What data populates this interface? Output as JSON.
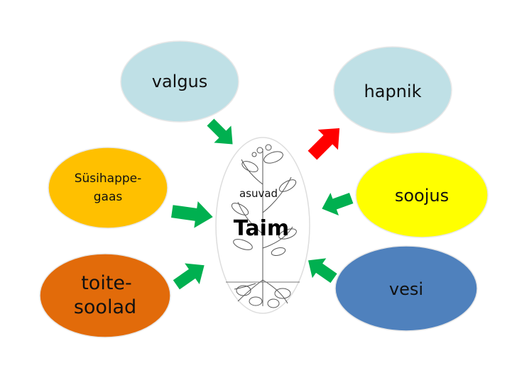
{
  "center": {
    "small_label": "asuvad",
    "title": "Taim"
  },
  "nodes": {
    "valgus": {
      "text": "valgus",
      "fill": "#bfe0e6"
    },
    "hapnik": {
      "text": "hapnik",
      "fill": "#bfe0e6"
    },
    "susihappegaas": {
      "line1": "Süsihappe-",
      "line2": "gaas",
      "fill": "#ffc000"
    },
    "soojus": {
      "text": "soojus",
      "fill": "#ffff00"
    },
    "toitesoolad": {
      "line1": "toite-",
      "line2": "soolad",
      "fill": "#e26b0a"
    },
    "vesi": {
      "text": "vesi",
      "fill": "#4f81bd"
    }
  },
  "colors": {
    "input_arrow": "#00b050",
    "output_arrow": "#ff0000",
    "node_outline": "#e8e8e8"
  }
}
